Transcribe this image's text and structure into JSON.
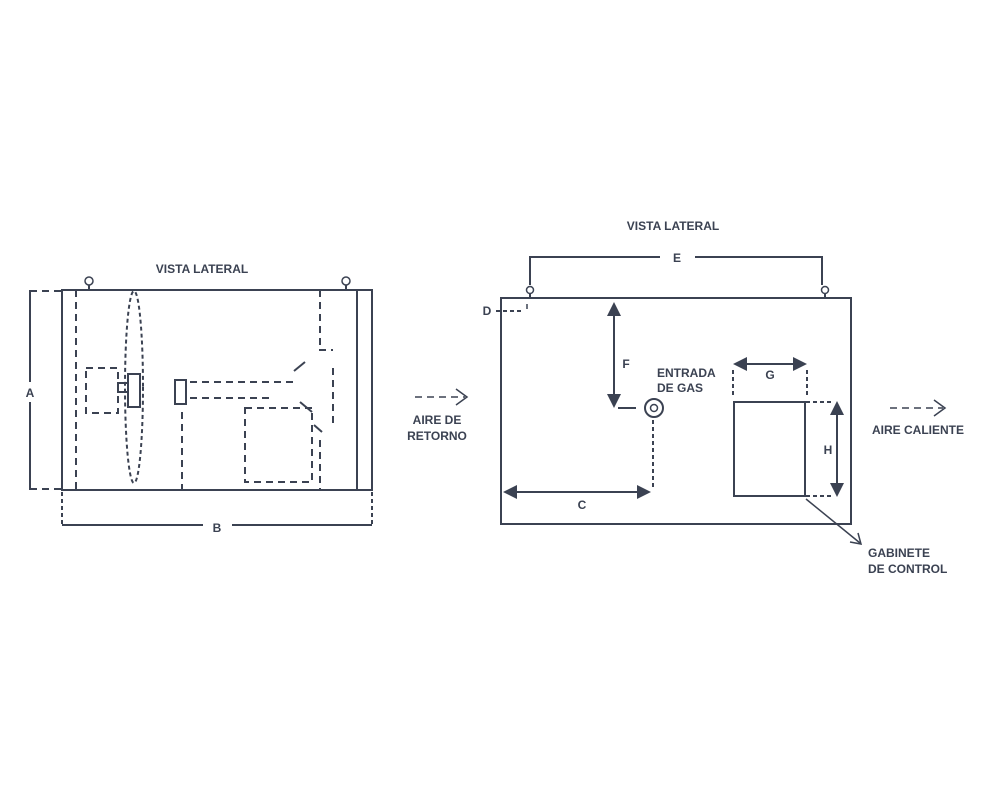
{
  "left_view": {
    "title": "VISTA LATERAL",
    "dim_a": "A",
    "dim_b": "B"
  },
  "return_air": {
    "line1": "AIRE DE",
    "line2": "RETORNO"
  },
  "right_view": {
    "title": "VISTA LATERAL",
    "dim_c": "C",
    "dim_d": "D",
    "dim_e": "E",
    "dim_f": "F",
    "dim_g": "G",
    "dim_h": "H",
    "gas_inlet": {
      "line1": "ENTRADA",
      "line2": "DE GAS"
    },
    "control_cabinet": {
      "line1": "GABINETE",
      "line2": "DE CONTROL"
    }
  },
  "hot_air": {
    "label": "AIRE CALIENTE"
  },
  "colors": {
    "line": "#3b4252"
  }
}
